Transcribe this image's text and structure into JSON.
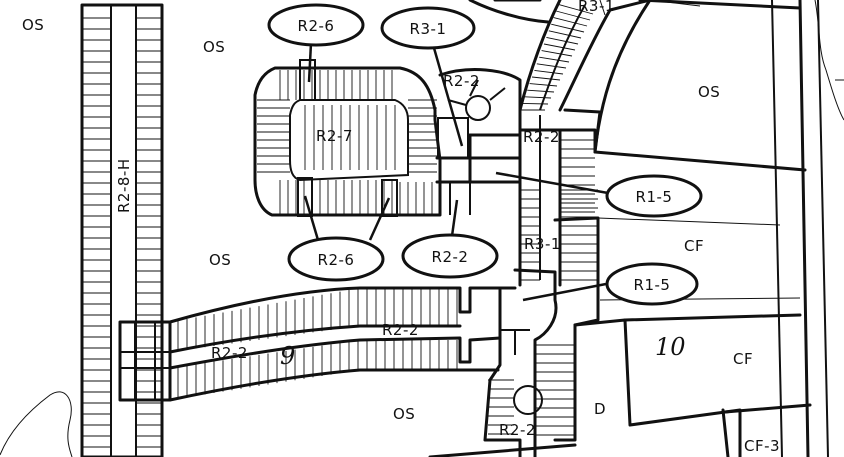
{
  "zones": {
    "os_nw": "OS",
    "os_top": "OS",
    "os_ne": "OS",
    "os_mid": "OS",
    "os_south": "OS",
    "r3_1_ne": "R3-1",
    "r2_8_h": "R2-8-H",
    "r2_7": "R2-7",
    "r2_2_top": "R2-2",
    "r2_2_right": "R2-2",
    "r3_1_mid": "R3-1",
    "cf_east": "CF",
    "r2_2_road": "R2-2",
    "r2_2_west": "R2-2",
    "cf_south": "CF",
    "d": "D",
    "r2_2_bottom": "R2-2",
    "cf_3": "CF-3"
  },
  "parcels": {
    "nine": "9",
    "ten": "10"
  },
  "callouts": [
    {
      "id": "r2_6_top",
      "label": "R2-6"
    },
    {
      "id": "r3_1_top",
      "label": "R3-1"
    },
    {
      "id": "r1_5_a",
      "label": "R1-5"
    },
    {
      "id": "r2_6_bottom",
      "label": "R2-6"
    },
    {
      "id": "r2_2_bottom",
      "label": "R2-2"
    },
    {
      "id": "r1_5_b",
      "label": "R1-5"
    }
  ]
}
